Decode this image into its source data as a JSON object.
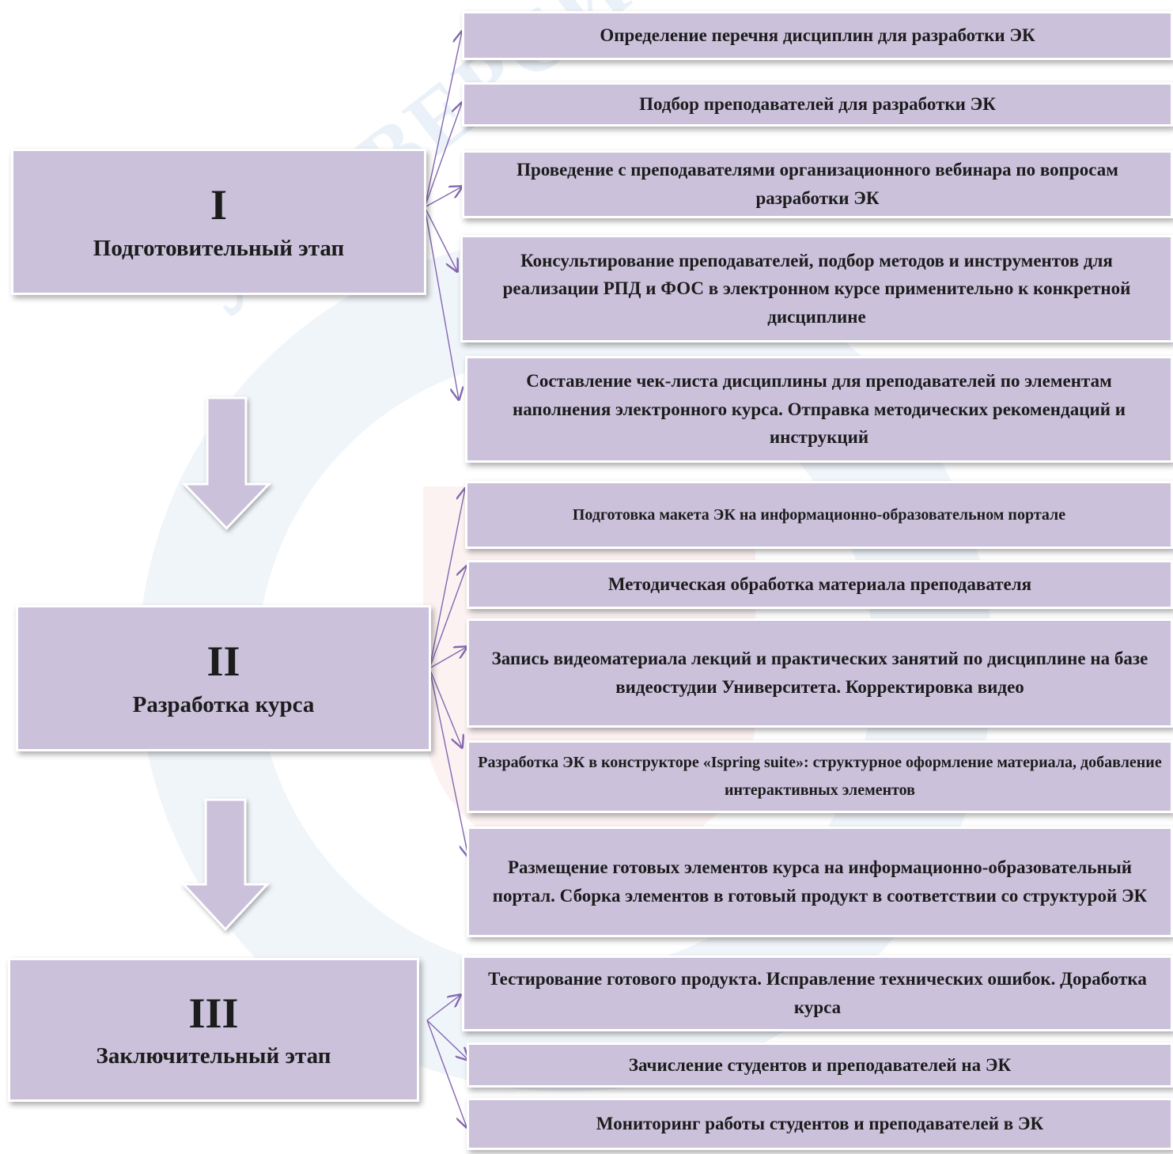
{
  "stages": [
    {
      "num": "I",
      "label": "Подготовительный этап"
    },
    {
      "num": "II",
      "label": "Разработка курса"
    },
    {
      "num": "III",
      "label": "Заключительный этап"
    }
  ],
  "stage1_items": [
    "Определение перечня дисциплин для разработки ЭК",
    "Подбор преподавателей для разработки ЭК",
    "Проведение с преподавателями организационного вебинара по вопросам разработки ЭК",
    "Консультирование преподавателей, подбор методов и инструментов для реализации РПД и ФОС в электронном курсе применительно к конкретной дисциплине",
    "Составление чек-листа дисциплины для преподавателей по элементам наполнения электронного курса. Отправка методических рекомендаций и инструкций"
  ],
  "stage2_items": [
    "Подготовка макета ЭК на информационно-образовательном портале",
    "Методическая обработка материала преподавателя",
    "Запись видеоматериала лекций и практических занятий по дисциплине на базе видеостудии Университета. Корректировка видео",
    "Разработка ЭК в конструкторе «Ispring suite»: структурное оформление материала, добавление интерактивных элементов",
    "Размещение готовых элементов курса на информационно-образовательный портал. Сборка элементов в готовый продукт в соответствии со структурой ЭК"
  ],
  "stage3_items": [
    "Тестирование готового продукта. Исправление технических ошибок. Доработка курса",
    "Зачисление студентов и преподавателей на ЭК",
    "Мониторинг работы студентов и преподавателей в ЭК"
  ],
  "watermark": "УНИВЕРСИТЕТ",
  "colors": {
    "box": "#cbc1db",
    "connector": "#8467b0"
  }
}
